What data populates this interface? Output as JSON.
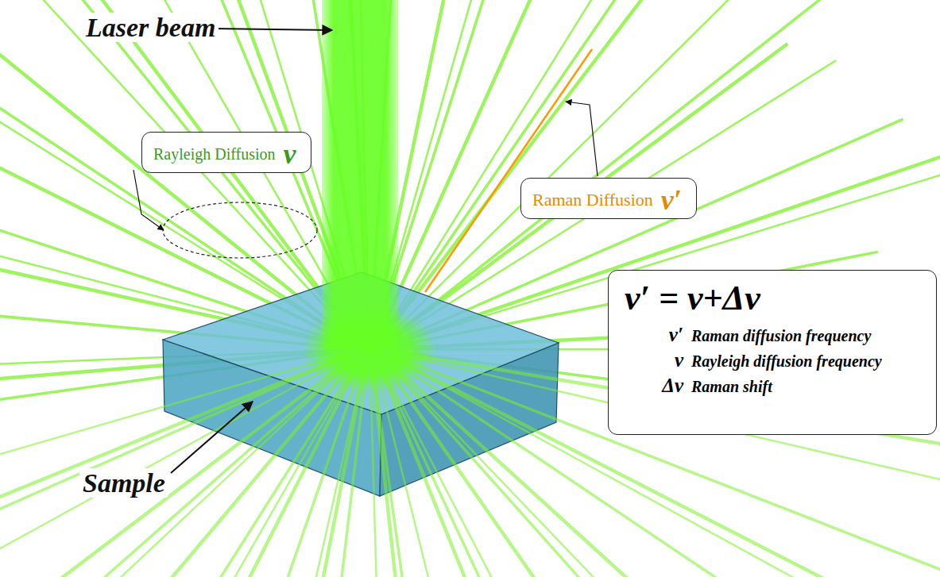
{
  "diagram": {
    "nodes": [
      {
        "text": [
          "Rayleigh Diffusion",
          "ν"
        ]
      },
      {
        "text": [
          "Raman Diffusion",
          "ν′"
        ]
      },
      {
        "text": [
          "ν′ = ν+Δν",
          "ν′",
          "Raman diffusion frequency",
          "ν",
          "Rayleigh diffusion frequency",
          "Δν",
          "Raman shift"
        ]
      }
    ],
    "labels": [
      "Laser beam",
      "Sample"
    ]
  }
}
